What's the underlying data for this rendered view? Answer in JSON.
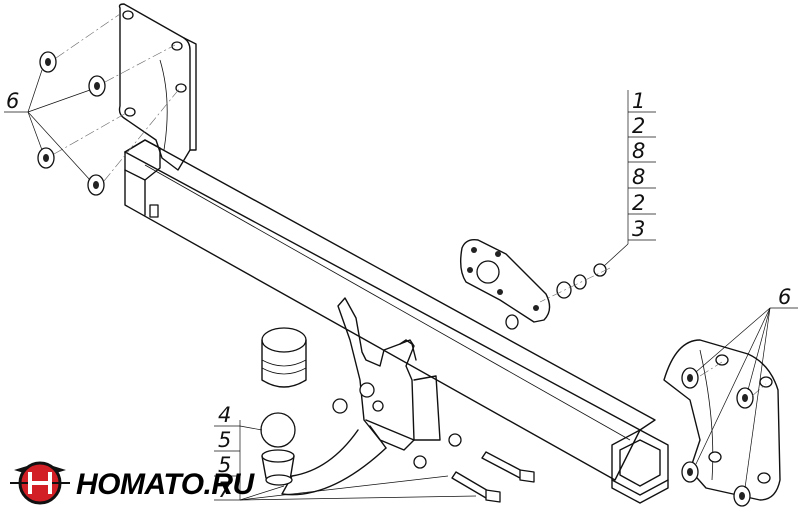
{
  "callouts": {
    "left_group": "6",
    "right_group": "6",
    "stack_right": [
      "1",
      "2",
      "8",
      "8",
      "2",
      "3"
    ],
    "stack_left": [
      "4",
      "5",
      "5",
      "7"
    ]
  },
  "logo": {
    "text": "HOMATO.RU",
    "colors": {
      "red": "#d21f26",
      "black": "#111111",
      "white": "#ffffff"
    }
  }
}
